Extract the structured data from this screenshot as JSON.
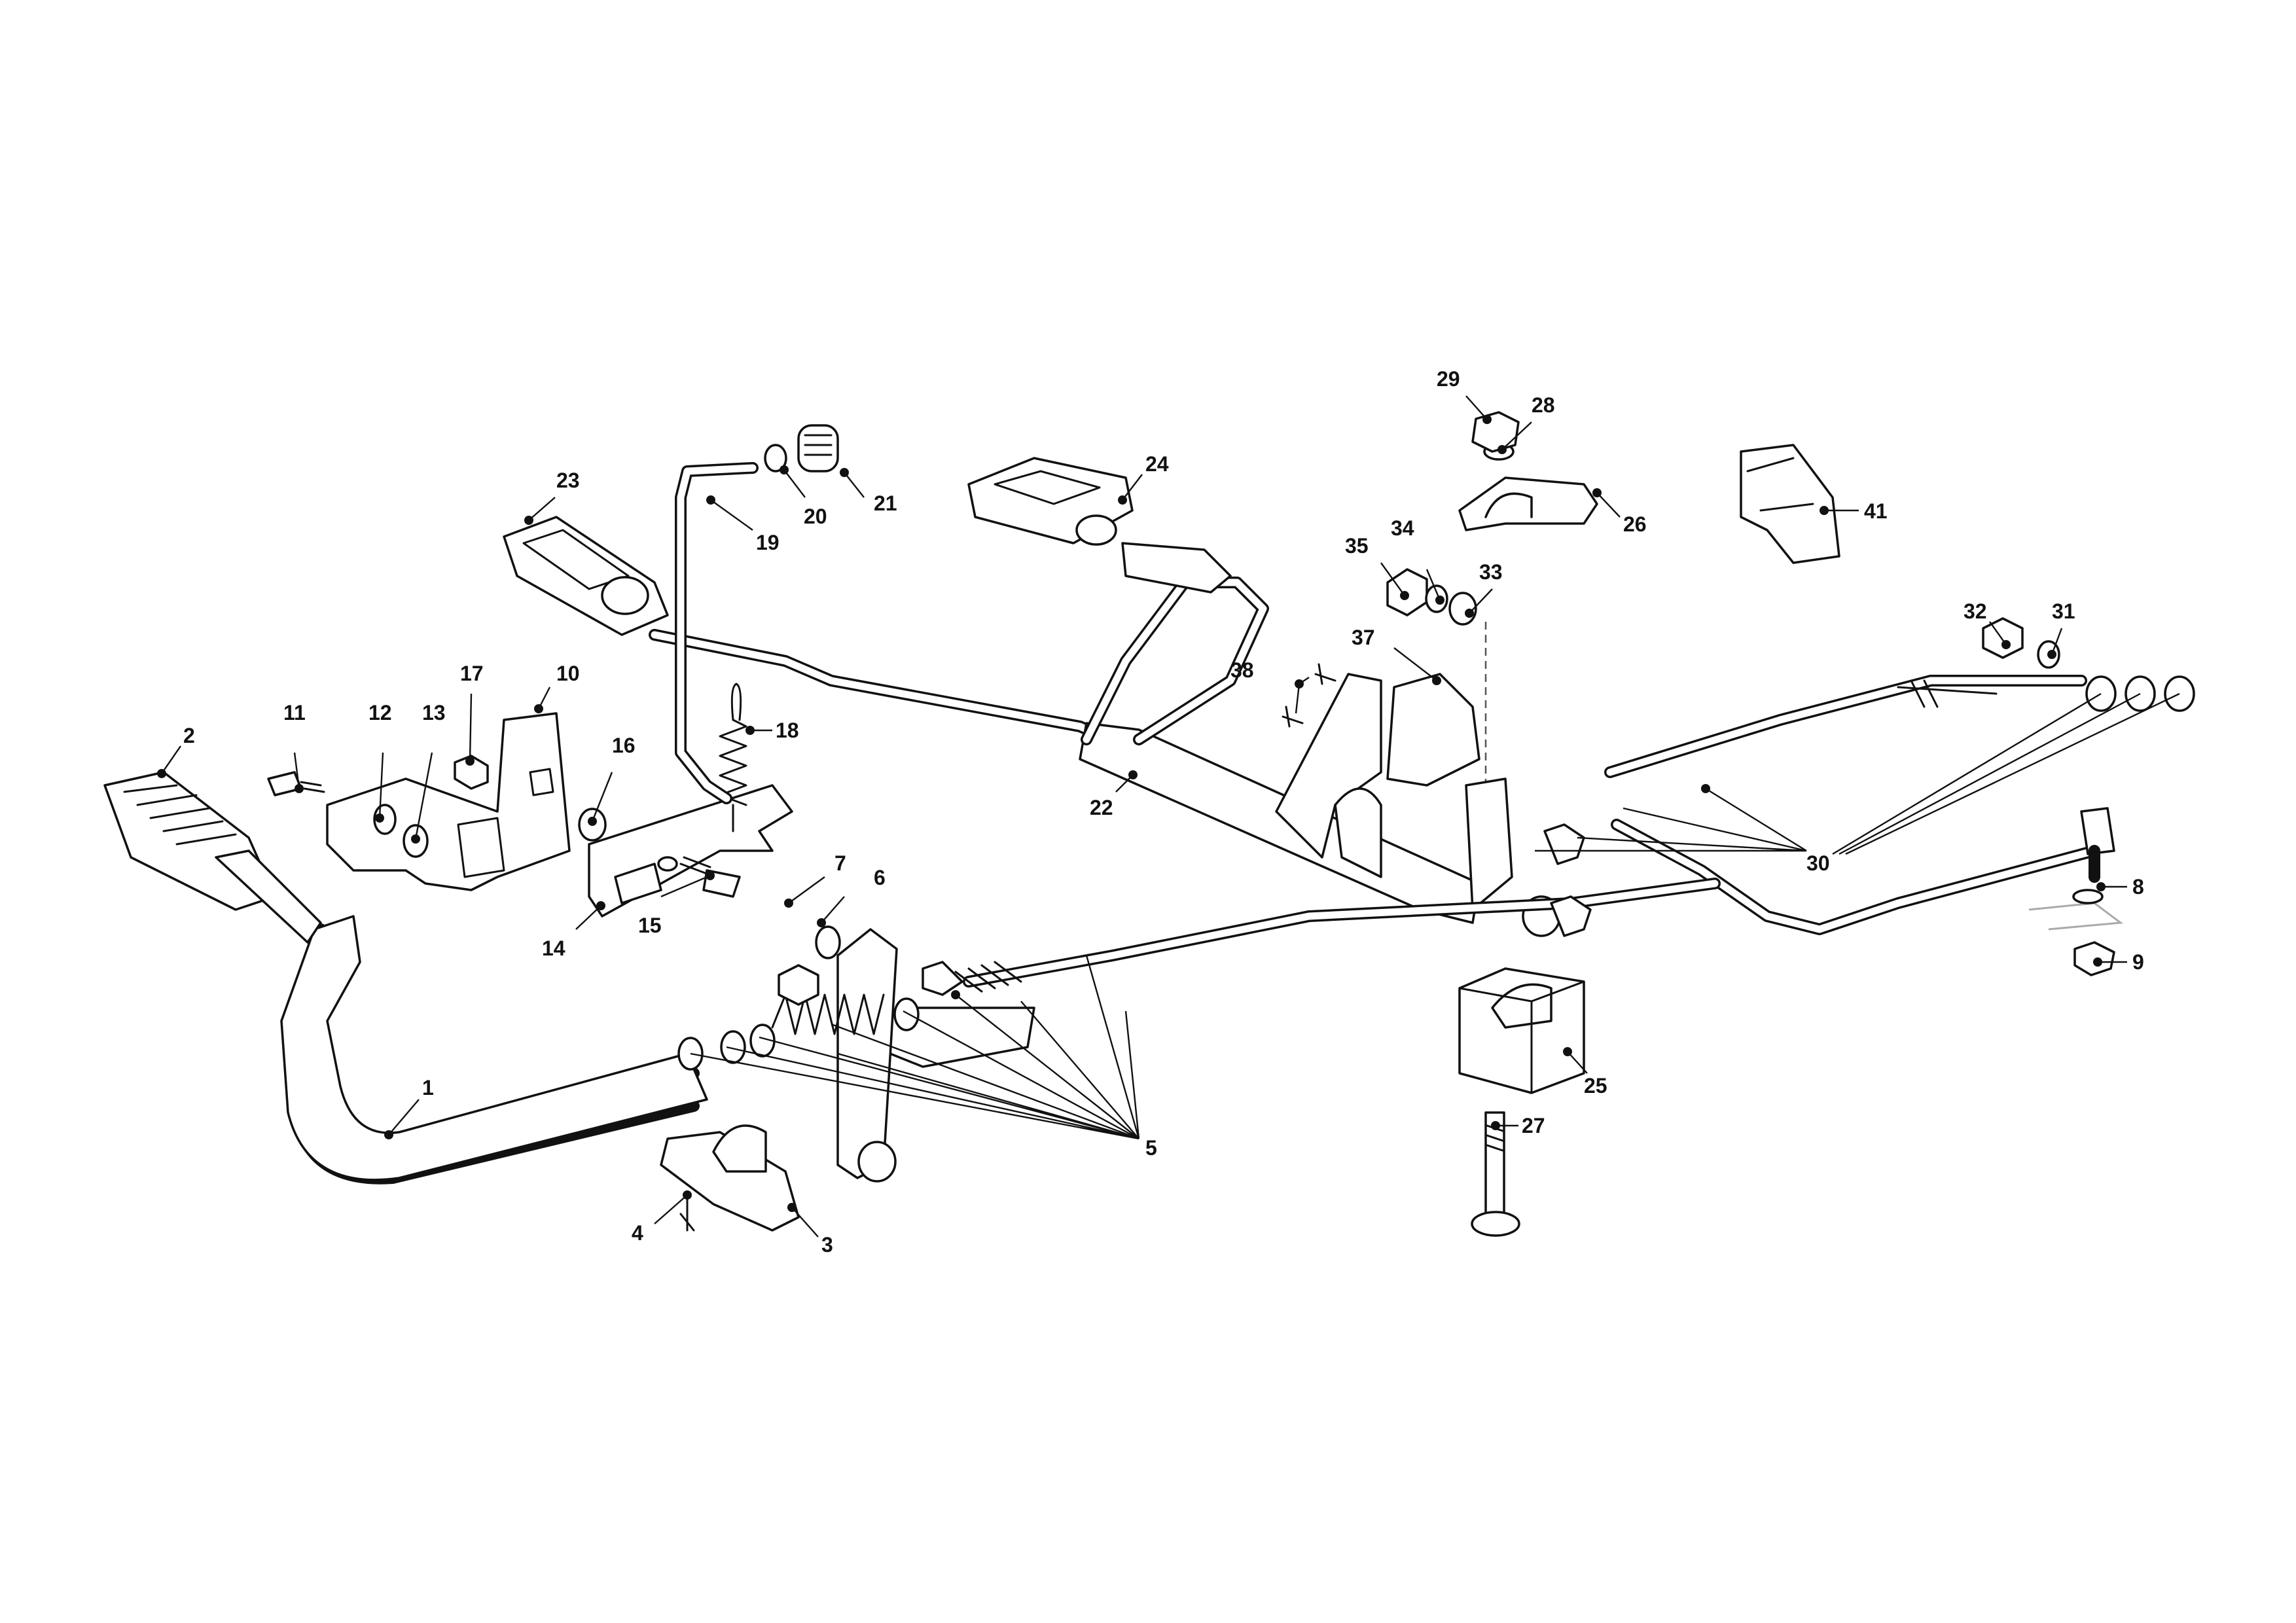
{
  "diagram": {
    "callouts": [
      "1",
      "2",
      "3",
      "4",
      "5",
      "6",
      "7",
      "8",
      "9",
      "10",
      "11",
      "12",
      "13",
      "14",
      "15",
      "16",
      "17",
      "18",
      "19",
      "20",
      "21",
      "22",
      "23",
      "24",
      "25",
      "26",
      "27",
      "28",
      "29",
      "30",
      "31",
      "32",
      "33",
      "34",
      "35",
      "37",
      "38",
      "41"
    ],
    "colors": {
      "ink": "#111111",
      "background": "#ffffff",
      "ghost": "#aaaaaa"
    }
  }
}
